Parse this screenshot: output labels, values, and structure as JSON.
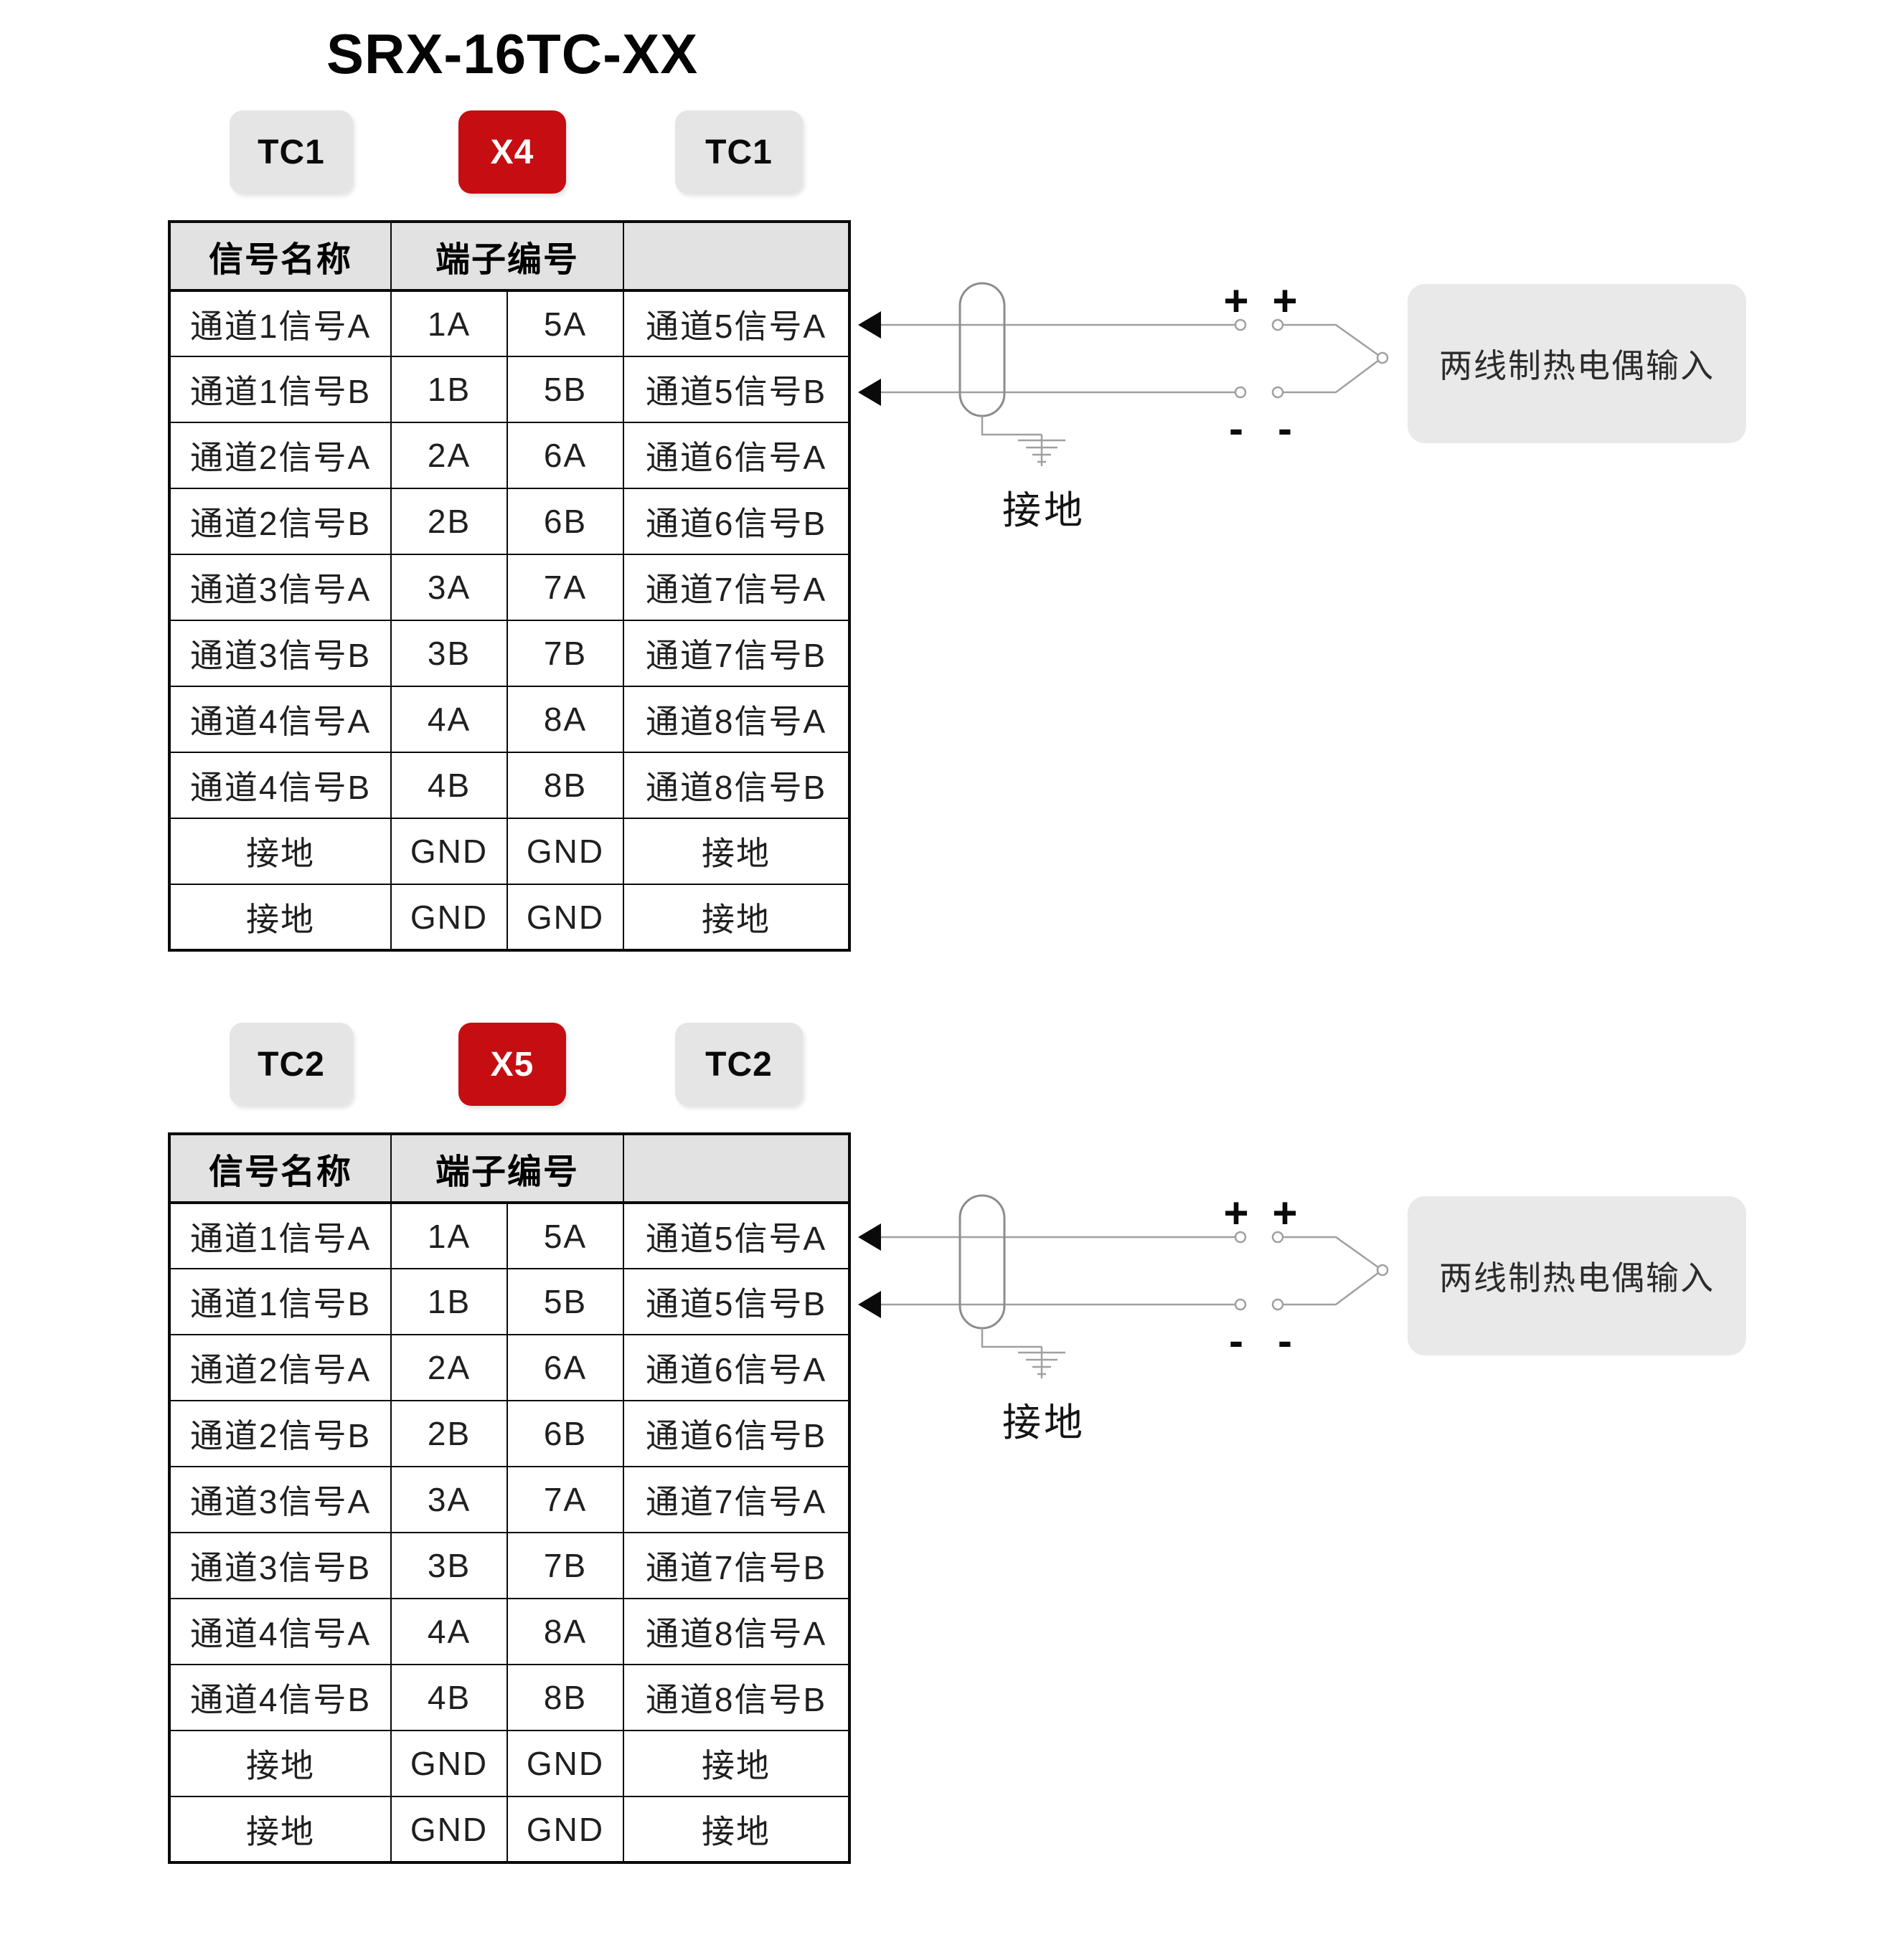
{
  "title": "SRX-16TC-XX",
  "colors": {
    "accent_red": "#c50d12",
    "badge_gray": "#e5e5e5",
    "header_gray": "#e2e2e2",
    "input_box_gray": "#e9e9e9",
    "wire_gray": "#a0a0a0",
    "table_border": "#0a0a0a"
  },
  "sections": [
    {
      "badges": {
        "left": "TC1",
        "center": "X4",
        "right": "TC1"
      },
      "table": {
        "headers": {
          "signal_name": "信号名称",
          "terminal_number": "端子编号",
          "right_blank": ""
        },
        "rows": [
          [
            "通道1信号A",
            "1A",
            "5A",
            "通道5信号A"
          ],
          [
            "通道1信号B",
            "1B",
            "5B",
            "通道5信号B"
          ],
          [
            "通道2信号A",
            "2A",
            "6A",
            "通道6信号A"
          ],
          [
            "通道2信号B",
            "2B",
            "6B",
            "通道6信号B"
          ],
          [
            "通道3信号A",
            "3A",
            "7A",
            "通道7信号A"
          ],
          [
            "通道3信号B",
            "3B",
            "7B",
            "通道7信号B"
          ],
          [
            "通道4信号A",
            "4A",
            "8A",
            "通道8信号A"
          ],
          [
            "通道4信号B",
            "4B",
            "8B",
            "通道8信号B"
          ],
          [
            "接地",
            "GND",
            "GND",
            "接地"
          ],
          [
            "接地",
            "GND",
            "GND",
            "接地"
          ]
        ]
      },
      "diagram": {
        "plus_left": "+",
        "plus_right": "+",
        "minus_left": "-",
        "minus_right": "-",
        "ground_label": "接地",
        "input_box_label": "两线制热电偶输入"
      }
    },
    {
      "badges": {
        "left": "TC2",
        "center": "X5",
        "right": "TC2"
      },
      "table": {
        "headers": {
          "signal_name": "信号名称",
          "terminal_number": "端子编号",
          "right_blank": ""
        },
        "rows": [
          [
            "通道1信号A",
            "1A",
            "5A",
            "通道5信号A"
          ],
          [
            "通道1信号B",
            "1B",
            "5B",
            "通道5信号B"
          ],
          [
            "通道2信号A",
            "2A",
            "6A",
            "通道6信号A"
          ],
          [
            "通道2信号B",
            "2B",
            "6B",
            "通道6信号B"
          ],
          [
            "通道3信号A",
            "3A",
            "7A",
            "通道7信号A"
          ],
          [
            "通道3信号B",
            "3B",
            "7B",
            "通道7信号B"
          ],
          [
            "通道4信号A",
            "4A",
            "8A",
            "通道8信号A"
          ],
          [
            "通道4信号B",
            "4B",
            "8B",
            "通道8信号B"
          ],
          [
            "接地",
            "GND",
            "GND",
            "接地"
          ],
          [
            "接地",
            "GND",
            "GND",
            "接地"
          ]
        ]
      },
      "diagram": {
        "plus_left": "+",
        "plus_right": "+",
        "minus_left": "-",
        "minus_right": "-",
        "ground_label": "接地",
        "input_box_label": "两线制热电偶输入"
      }
    }
  ]
}
